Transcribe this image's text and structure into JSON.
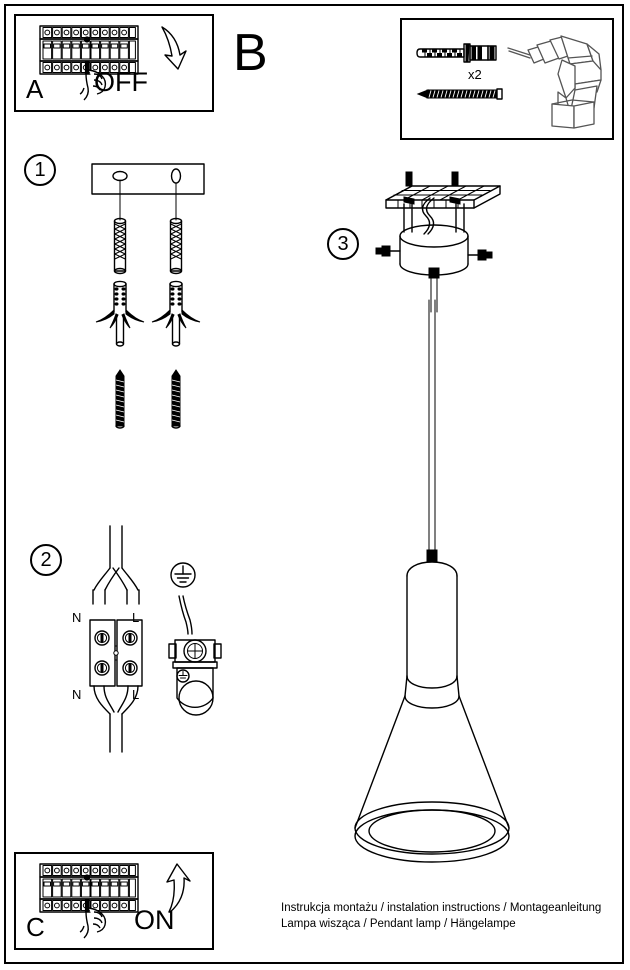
{
  "document": {
    "type": "installation-instruction-sheet",
    "caption_line1": "Instrukcja montażu / instalation instructions / Montageanleitung",
    "caption_line2": "Lampa wisząca / Pendant lamp / Hängelampe"
  },
  "panels": {
    "power_off": {
      "letter": "A",
      "action_label": "OFF",
      "icon": "circuit-breaker-panel-with-hand",
      "arrow_direction": "down"
    },
    "power_on": {
      "letter": "C",
      "action_label": "ON",
      "icon": "circuit-breaker-panel-with-hand",
      "arrow_direction": "up"
    },
    "tools": {
      "letter": "B",
      "quantity_label": "x2",
      "items": [
        "wall-plug-dowel",
        "screw",
        "electric-drill"
      ]
    }
  },
  "steps": [
    {
      "number": "1",
      "icon": "mounting-bracket-with-dowels-and-screws",
      "description": "Mount bracket plate with two wall plugs and screws"
    },
    {
      "number": "2",
      "icon": "terminal-block-wiring",
      "terminals": {
        "top_left": "N",
        "top_right": "L",
        "bottom_left": "N",
        "bottom_right": "L"
      },
      "earth_symbol": "earth-ground-symbol",
      "description": "Connect neutral and live wires to terminal block; attach earth wire"
    },
    {
      "number": "3",
      "icon": "ceiling-canopy-attached-to-bracket",
      "description": "Fix the canopy to the mounting bracket with side screws"
    }
  ],
  "product": {
    "name": "pendant-lamp",
    "parts": [
      "suspension-cable",
      "conical-shade",
      "bottom-rim"
    ]
  },
  "colors": {
    "ink": "#000000",
    "background": "#ffffff",
    "detail_gray": "#555555"
  }
}
